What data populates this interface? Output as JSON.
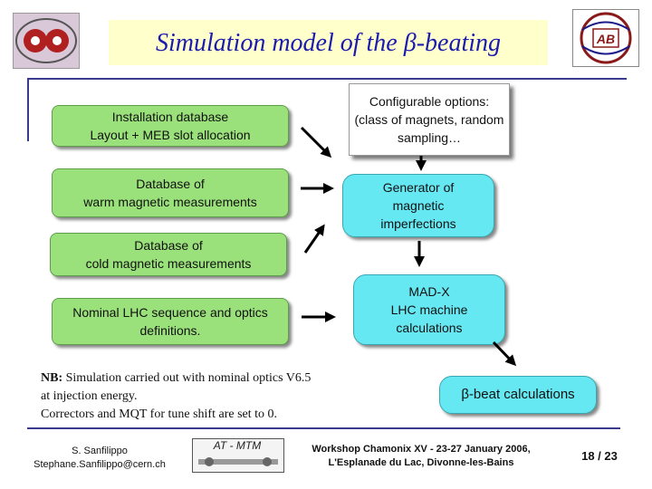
{
  "header": {
    "title_prefix": "Simulation model of the ",
    "title_beta": "β",
    "title_suffix": "-beating",
    "right_logo_text": "AB"
  },
  "inputs": [
    {
      "line1": "Installation database",
      "line2": "Layout + MEB slot allocation"
    },
    {
      "line1": "Database of",
      "line2": "warm magnetic measurements"
    },
    {
      "line1": "Database of",
      "line2": "cold magnetic measurements"
    },
    {
      "line1": "Nominal LHC sequence and optics",
      "line2": "definitions."
    }
  ],
  "process": {
    "options": {
      "line1": "Configurable options:",
      "line2": "(class of magnets, random",
      "line3": "sampling…"
    },
    "generator": {
      "line1": "Generator of",
      "line2": "magnetic",
      "line3": "imperfections"
    },
    "madx": {
      "line1": "MAD-X",
      "line2": "LHC machine",
      "line3": "calculations"
    },
    "beta_beat": "β-beat calculations"
  },
  "note": {
    "label": "NB:",
    "line1": " Simulation carried out with nominal optics V6.5",
    "line2": "at injection energy.",
    "line3": "Correctors and MQT for tune shift are set to 0."
  },
  "footer": {
    "author_name": "S. Sanfilippo",
    "author_email": "Stephane.Sanfilippo@cern.ch",
    "group_logo": "AT - MTM",
    "workshop_line1": "Workshop Chamonix XV - 23-27 January 2006,",
    "workshop_line2": "L'Esplanade du Lac, Divonne-les-Bains",
    "page": "18 / 23"
  },
  "colors": {
    "title": "#1b1bb0",
    "input_box": "#9be17b",
    "process_box": "#66e8f2",
    "rule": "#3a3a8c"
  }
}
